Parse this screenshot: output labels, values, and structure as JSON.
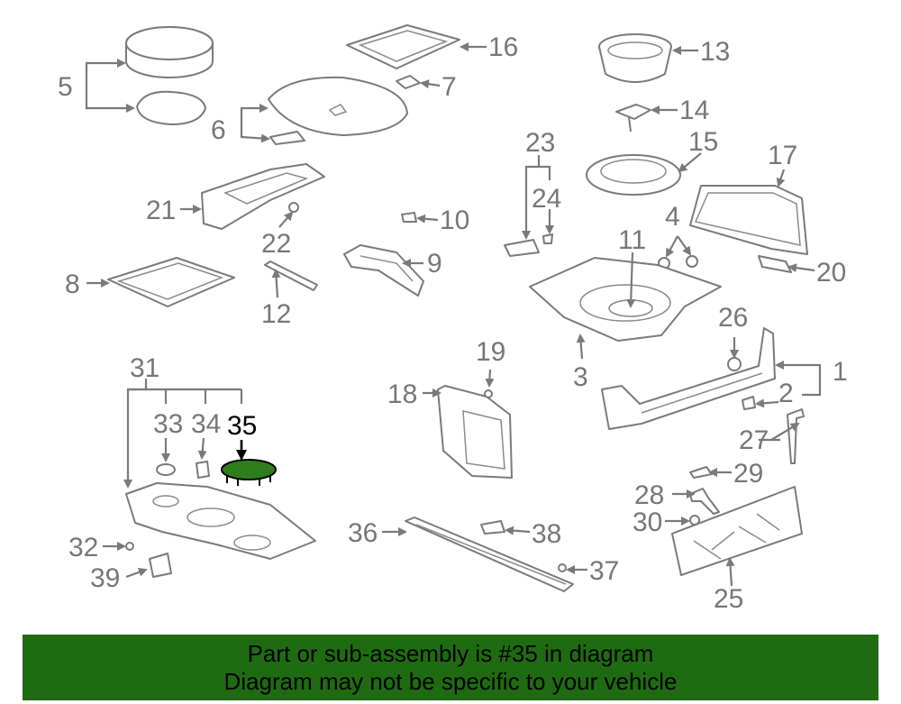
{
  "highlight_color": "#2f7d1c",
  "banner_color": "#1f6b12",
  "callouts": {
    "c1": "1",
    "c2": "2",
    "c3": "3",
    "c4": "4",
    "c5": "5",
    "c6": "6",
    "c7": "7",
    "c8": "8",
    "c9": "9",
    "c10": "10",
    "c11": "11",
    "c12": "12",
    "c13": "13",
    "c14": "14",
    "c15": "15",
    "c16": "16",
    "c17": "17",
    "c18": "18",
    "c19": "19",
    "c20": "20",
    "c21": "21",
    "c22": "22",
    "c23": "23",
    "c24": "24",
    "c25": "25",
    "c26": "26",
    "c27": "27",
    "c28": "28",
    "c29": "29",
    "c30": "30",
    "c31": "31",
    "c32": "32",
    "c33": "33",
    "c34": "34",
    "c35": "35",
    "c36": "36",
    "c37": "37",
    "c38": "38",
    "c39": "39"
  },
  "banner": {
    "line1": "Part or sub-assembly is #35 in diagram",
    "line2": "Diagram may not be specific to your vehicle"
  }
}
